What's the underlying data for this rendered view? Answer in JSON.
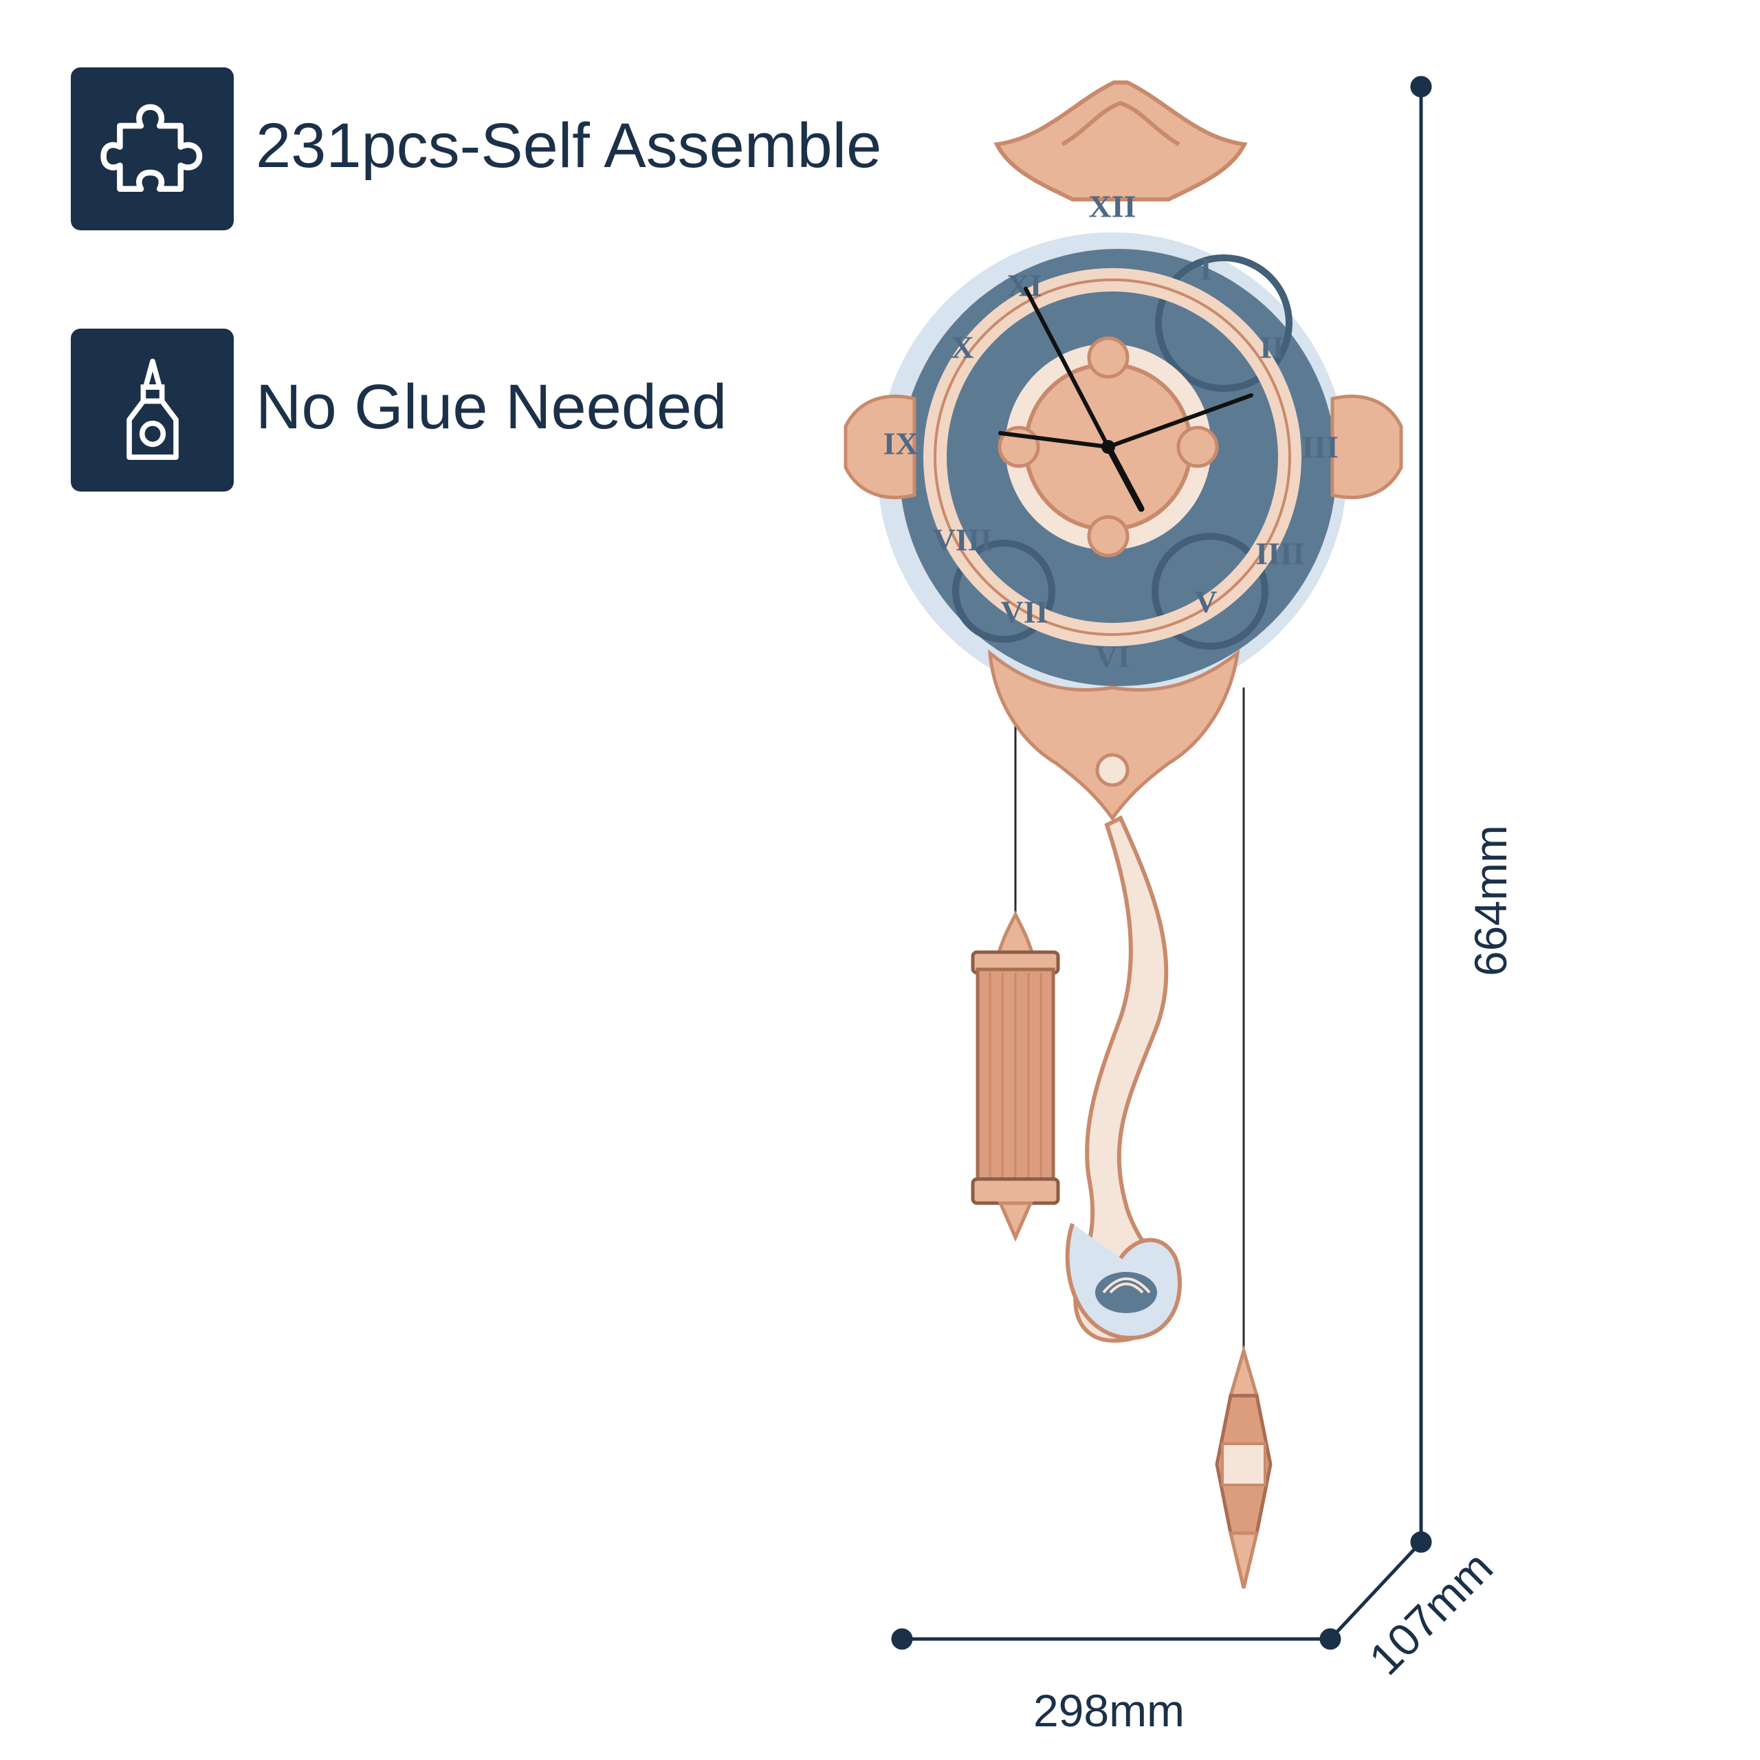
{
  "features": [
    {
      "icon": "puzzle-piece-icon",
      "label": "231pcs-Self Assemble"
    },
    {
      "icon": "glue-bottle-icon",
      "label": "No Glue Needed"
    }
  ],
  "dimensions": {
    "height": "664mm",
    "width": "298mm",
    "depth": "107mm"
  },
  "clock_numerals": [
    "XII",
    "I",
    "II",
    "III",
    "IIII",
    "V",
    "VI",
    "VII",
    "VIII",
    "IX",
    "X",
    "XI"
  ],
  "colors": {
    "navy": "#1b3049",
    "wood": "#e8b598",
    "wood_dark": "#c98a6c",
    "slate": "#5d7a93",
    "light_blue": "#d7e3ee"
  }
}
